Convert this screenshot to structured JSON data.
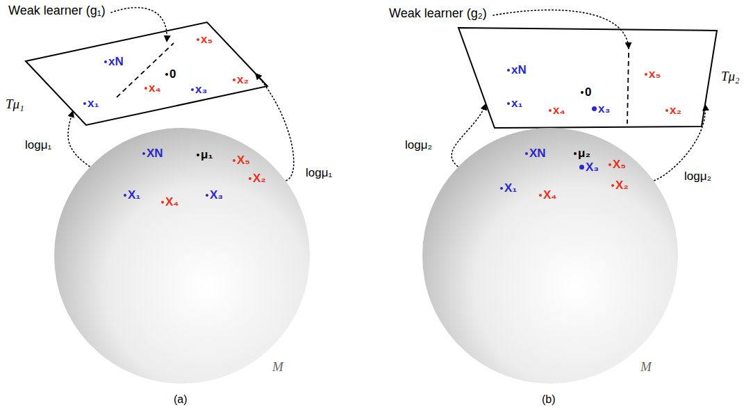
{
  "diagram": {
    "nodes": [
      {
        "text": [
          "Tμ₁",
          "xN",
          "x₅",
          "0",
          "x₃",
          "x₄",
          "x₂",
          "x₁"
        ]
      },
      {
        "text": [
          "XN",
          "μ₁",
          "X₅",
          "X₁",
          "X₄",
          "X₃",
          "X₂",
          "M"
        ]
      },
      {
        "text": [
          "Tμ₂",
          "xN",
          "x₁",
          "x₅",
          "0",
          "x₄",
          "x₃",
          "x₂"
        ]
      },
      {
        "text": [
          "XN",
          "X₅",
          "μ₂",
          "X₃",
          "X₁",
          "X₄",
          "X₂",
          "M"
        ]
      }
    ],
    "edges": [
      {
        "from": 1,
        "to": 0,
        "arrow": "to",
        "label": "logμ₁"
      },
      {
        "from": 1,
        "to": 0,
        "arrow": "to",
        "label": "logμ₁"
      },
      {
        "from": 3,
        "to": 2,
        "arrow": "to",
        "label": "logμ₂"
      },
      {
        "from": 3,
        "to": 2,
        "arrow": "to",
        "label": "logμ₂"
      }
    ],
    "labels": [
      "Weak learner (g₁)",
      "(a)",
      "Weak learner (g₂)",
      "(b)"
    ]
  }
}
